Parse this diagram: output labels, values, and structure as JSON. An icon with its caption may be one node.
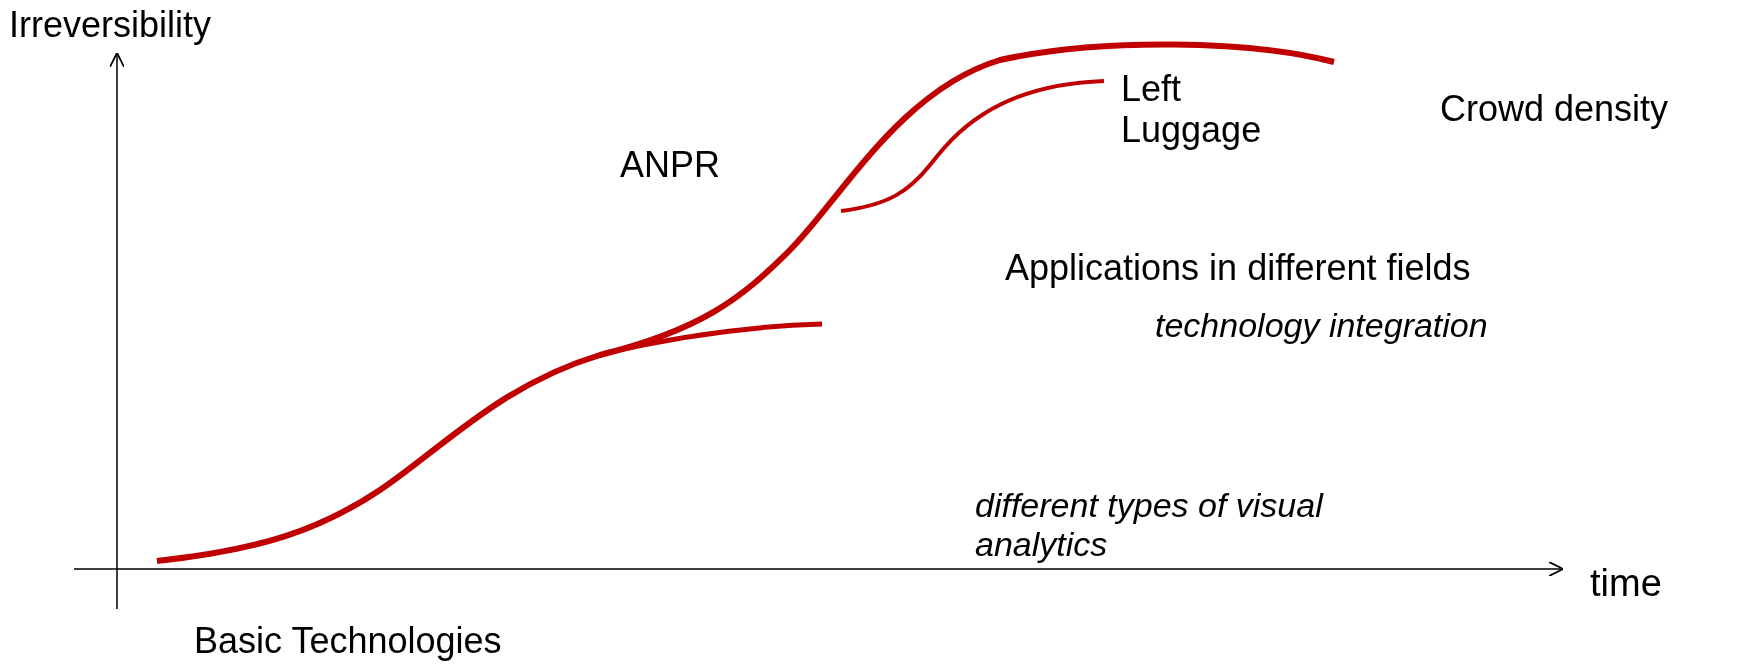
{
  "diagram": {
    "labels": [
      "Irreversibility",
      "ANPR",
      "Left Luggage",
      "Crowd density",
      "Applications in different fields",
      "technology integration",
      "different types of visual analytics",
      "time",
      "Basic Technologies"
    ]
  }
}
